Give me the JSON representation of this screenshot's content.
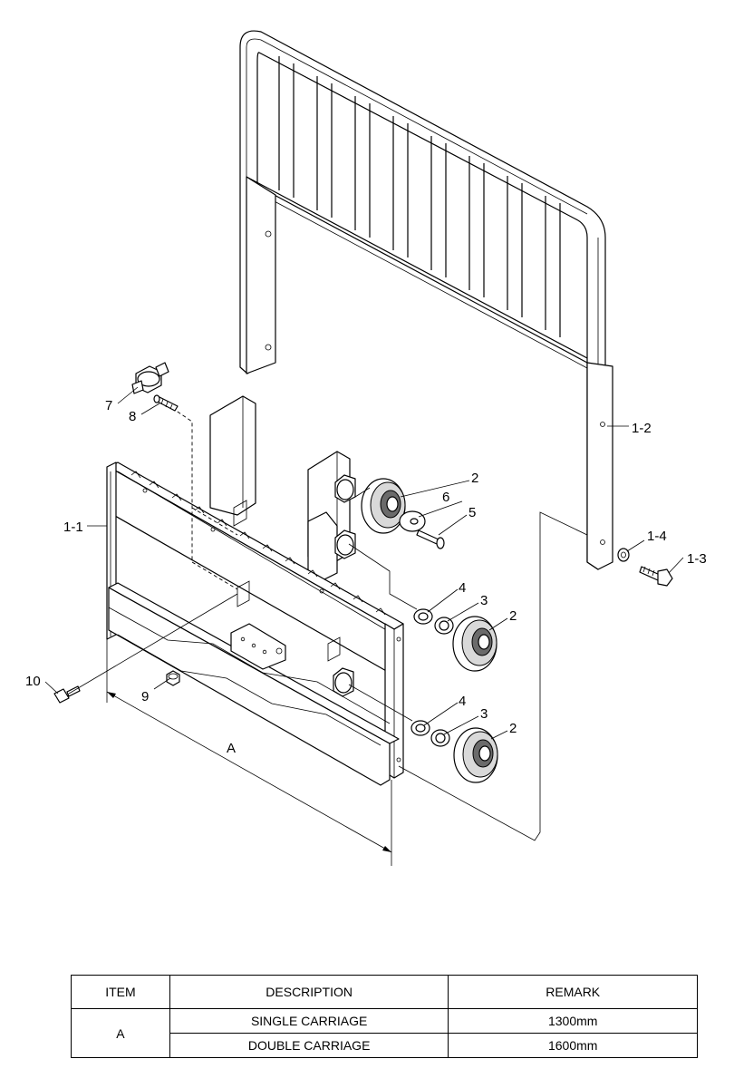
{
  "labels": {
    "p7": "7",
    "p8": "8",
    "p1_1": "1-1",
    "p1_2": "1-2",
    "p1_3": "1-3",
    "p1_4": "1-4",
    "p2a": "2",
    "p2b": "2",
    "p2c": "2",
    "p3a": "3",
    "p3b": "3",
    "p4a": "4",
    "p4b": "4",
    "p5": "5",
    "p6": "6",
    "p9": "9",
    "p10": "10",
    "dimA": "A"
  },
  "table": {
    "headers": [
      "ITEM",
      "DESCRIPTION",
      "REMARK"
    ],
    "item": "A",
    "rows": [
      {
        "description": "SINGLE CARRIAGE",
        "remark": "1300mm"
      },
      {
        "description": "DOUBLE CARRIAGE",
        "remark": "1600mm"
      }
    ]
  }
}
